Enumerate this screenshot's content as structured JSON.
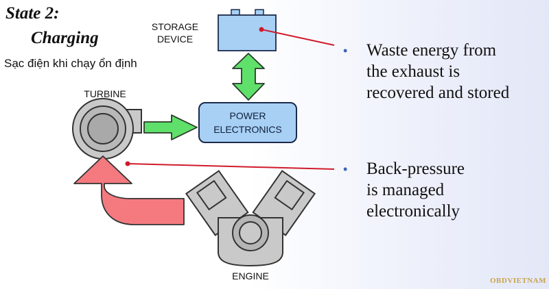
{
  "header": {
    "state": "State 2:",
    "mode": "Charging",
    "subtitle": "Sạc điện khi chạy ổn định"
  },
  "components": {
    "storage_line1": "STORAGE",
    "storage_line2": "DEVICE",
    "turbine": "TURBINE",
    "power_line1": "POWER",
    "power_line2": "ELECTRONICS",
    "engine": "ENGINE"
  },
  "bullets": [
    {
      "lines": [
        "Waste energy from",
        "the exhaust is",
        "recovered and stored"
      ]
    },
    {
      "lines": [
        "Back-pressure",
        "is managed",
        "electronically"
      ]
    }
  ],
  "watermark": "OBDVIETNAM",
  "colors": {
    "box_fill": "#a8d0f5",
    "box_stroke": "#1a2a4a",
    "green_arrow": "#5fe06a",
    "red_arrow": "#f47a80",
    "pointer_line": "#d01a2a",
    "bullet": "#3b63b3"
  }
}
